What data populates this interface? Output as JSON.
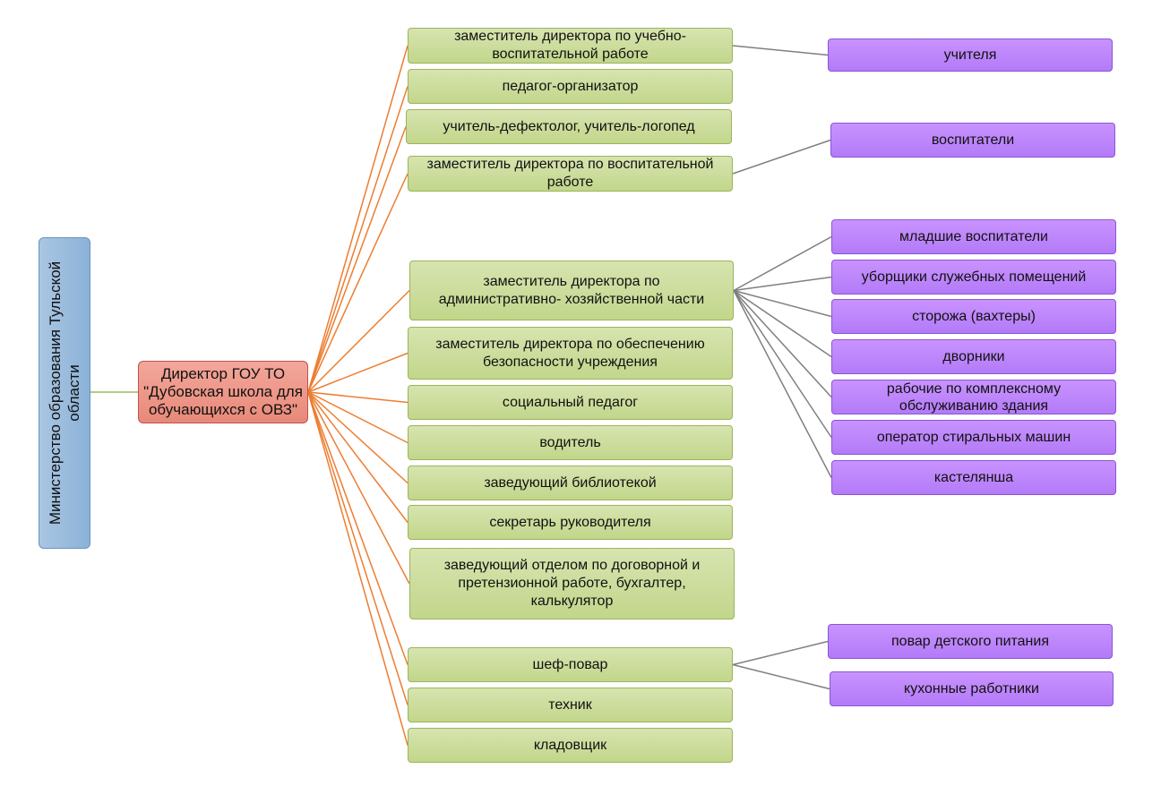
{
  "ministry": {
    "line1": "Министерство образования Тульской",
    "line2": "области"
  },
  "director": {
    "label": "Директор ГОУ ТО \"Дубовская школа для обучающихся с ОВЗ\""
  },
  "deputies": [
    {
      "id": "d1",
      "label": "заместитель директора по учебно-воспитательной работе"
    },
    {
      "id": "d2",
      "label": "педагог-организатор"
    },
    {
      "id": "d3",
      "label": "учитель-дефектолог, учитель-логопед"
    },
    {
      "id": "d4",
      "label": "заместитель директора по воспитательной работе"
    },
    {
      "id": "d5",
      "label": "заместитель директора по административно- хозяйственной части"
    },
    {
      "id": "d6",
      "label": "заместитель директора по обеспечению безопасности учреждения"
    },
    {
      "id": "d7",
      "label": "социальный педагог"
    },
    {
      "id": "d8",
      "label": "водитель"
    },
    {
      "id": "d9",
      "label": "заведующий библиотекой"
    },
    {
      "id": "d10",
      "label": "секретарь руководителя"
    },
    {
      "id": "d11",
      "label": "заведующий отделом по договорной и претензионной работе, бухгалтер, калькулятор"
    },
    {
      "id": "d12",
      "label": "шеф-повар"
    },
    {
      "id": "d13",
      "label": "техник"
    },
    {
      "id": "d14",
      "label": "кладовщик"
    }
  ],
  "staff": [
    {
      "id": "s1",
      "parent": "d1",
      "label": "учителя"
    },
    {
      "id": "s2",
      "parent": "d4",
      "label": "воспитатели"
    },
    {
      "id": "s3",
      "parent": "d5",
      "label": "младшие воспитатели"
    },
    {
      "id": "s4",
      "parent": "d5",
      "label": "уборщики служебных помещений"
    },
    {
      "id": "s5",
      "parent": "d5",
      "label": "сторожа (вахтеры)"
    },
    {
      "id": "s6",
      "parent": "d5",
      "label": "дворники"
    },
    {
      "id": "s7",
      "parent": "d5",
      "label": "рабочие по комплексному обслуживанию здания"
    },
    {
      "id": "s8",
      "parent": "d5",
      "label": "оператор стиральных машин"
    },
    {
      "id": "s9",
      "parent": "d5",
      "label": "кастелянша"
    },
    {
      "id": "s10",
      "parent": "d12",
      "label": "повар детского питания"
    },
    {
      "id": "s11",
      "parent": "d12",
      "label": "кухонные работники"
    }
  ],
  "colors": {
    "director_edge": "#ed7d31",
    "staff_edge": "#7f7f7f",
    "ministry_edge": "#9bbb59"
  }
}
